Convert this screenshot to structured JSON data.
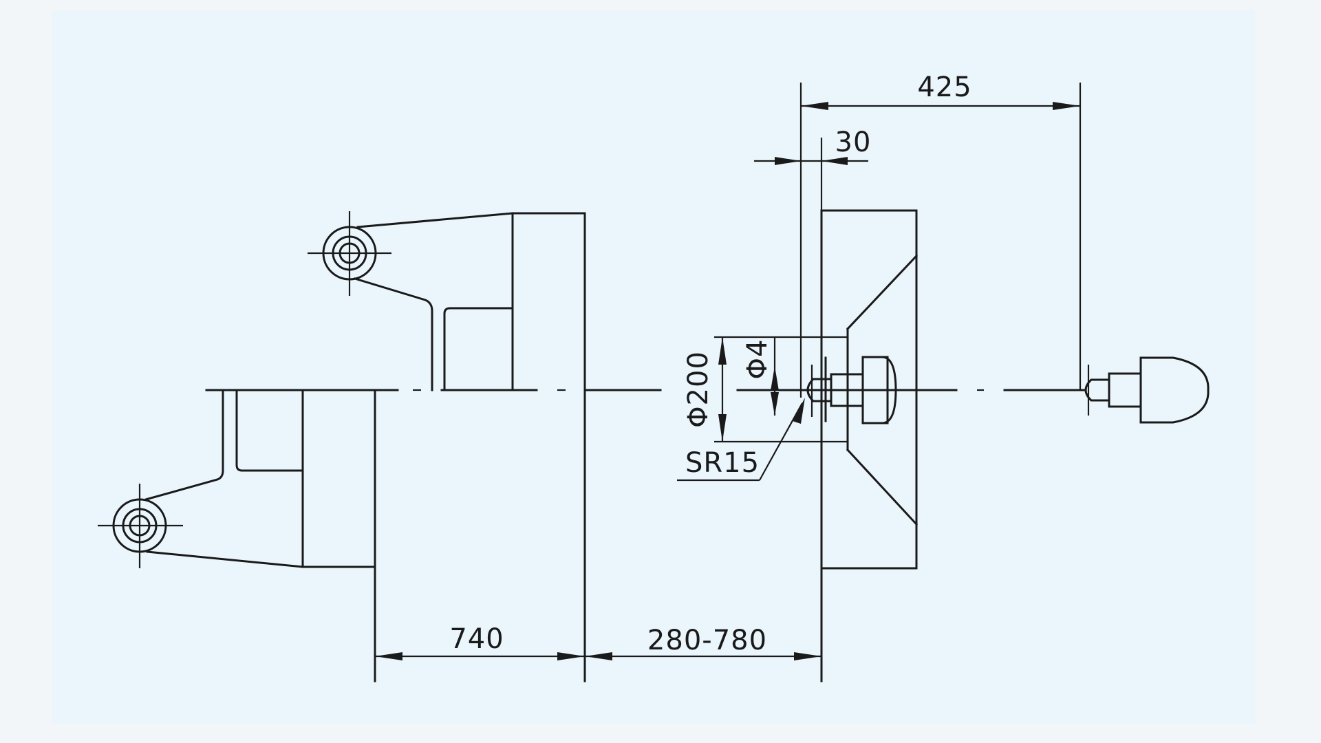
{
  "colors": {
    "page_background": "#f3f6f8",
    "panel_background": "#eaf5fc",
    "line": "#1a1a1a"
  },
  "dimensions": {
    "d425": "425",
    "d30": "30",
    "d_phi200": "Φ200",
    "d_phi4": "Φ4",
    "d_sr15": "SR15",
    "d740": "740",
    "d280_780": "280-780"
  }
}
